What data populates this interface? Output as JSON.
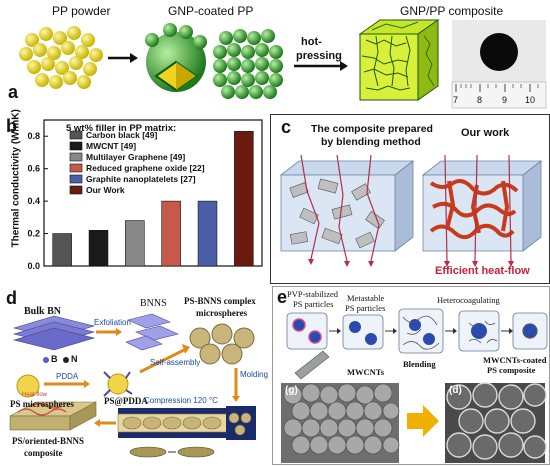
{
  "panel_a": {
    "label": "a",
    "pp_powder": "PP powder",
    "gnp_coated": "GNP-coated PP",
    "hot": "hot-",
    "pressing": "pressing",
    "composite": "GNP/PP composite",
    "ruler_ticks": [
      "7",
      "8",
      "9",
      "10"
    ]
  },
  "panel_b": {
    "label": "b",
    "legend_title": "5 wt% filler in PP matrix:"
  },
  "chart_data": {
    "type": "bar",
    "categories": [
      "Carbon black [49]",
      "MWCNT [49]",
      "Multilayer Graphene [49]",
      "Reduced graphene oxide [22]",
      "Graphite nanoplatelets [27]",
      "Our Work"
    ],
    "values": [
      0.2,
      0.22,
      0.28,
      0.4,
      0.4,
      0.83
    ],
    "ylabel": "Thermal conductivity (W/mK)",
    "ylim": [
      0,
      0.9
    ],
    "yticks": [
      "0.0",
      "0.2",
      "0.4",
      "0.6",
      "0.8"
    ],
    "colors": [
      "#555555",
      "#1a1a1a",
      "#888888",
      "#c65a4a",
      "#4a5fa8",
      "#6b1a10"
    ]
  },
  "panel_c": {
    "label": "c",
    "left_title_1": "The composite prepared",
    "left_title_2": "by blending method",
    "right_title": "Our work",
    "caption": "Efficient heat-flow"
  },
  "panel_d": {
    "label": "d",
    "bulk_bn": "Bulk BN",
    "exfoliation": "Exfoliation",
    "bnns": "BNNS",
    "ps_bnns_1": "PS-BNNS complex",
    "ps_bnns_2": "microspheres",
    "b_label": "B",
    "n_label": "N",
    "self_assembly": "Self-assembly",
    "pdda": "PDDA",
    "ps_micro": "PS microspheres",
    "ps_pdda": "PS@PDDA",
    "molding": "Molding",
    "compression": "Compression 120 °C",
    "heat_flow": "Heat flow",
    "ps_oriented_1": "PS/oriented-BNNS",
    "ps_oriented_2": "composite"
  },
  "panel_e": {
    "label": "e",
    "pvp_1": "PVP-stabilized",
    "pvp_2": "PS particles",
    "meta_1": "Metastable",
    "meta_2": "PS particles",
    "hetero": "Heterocoagulating",
    "mwcnts": "MWCNTs",
    "blending": "Blending",
    "coated_1": "MWCNTs-coated",
    "coated_2": "PS composite",
    "g_label": "(g)",
    "d_label": "(d)"
  }
}
